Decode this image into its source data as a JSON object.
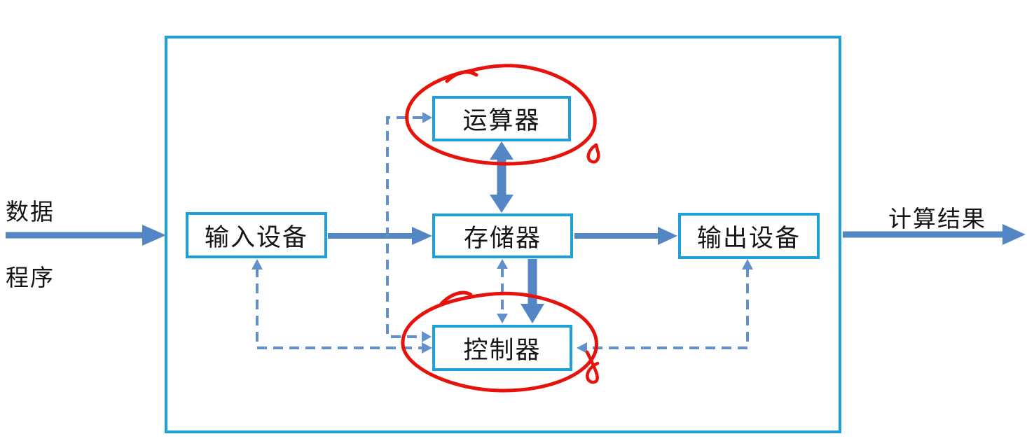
{
  "labels": {
    "data": "数据",
    "program": "程序",
    "result": "计算结果"
  },
  "boxes": {
    "input": "输入设备",
    "alu": "运算器",
    "memory": "存储器",
    "control": "控制器",
    "output": "输出设备"
  },
  "annotations": {
    "red_circled_boxes": [
      "运算器",
      "控制器"
    ]
  },
  "colors": {
    "box_border": "#1EA0DC",
    "arrow_solid": "#5486C6",
    "arrow_dashed": "#6190CC",
    "annotation_red": "#E8120C",
    "text": "#141414"
  }
}
